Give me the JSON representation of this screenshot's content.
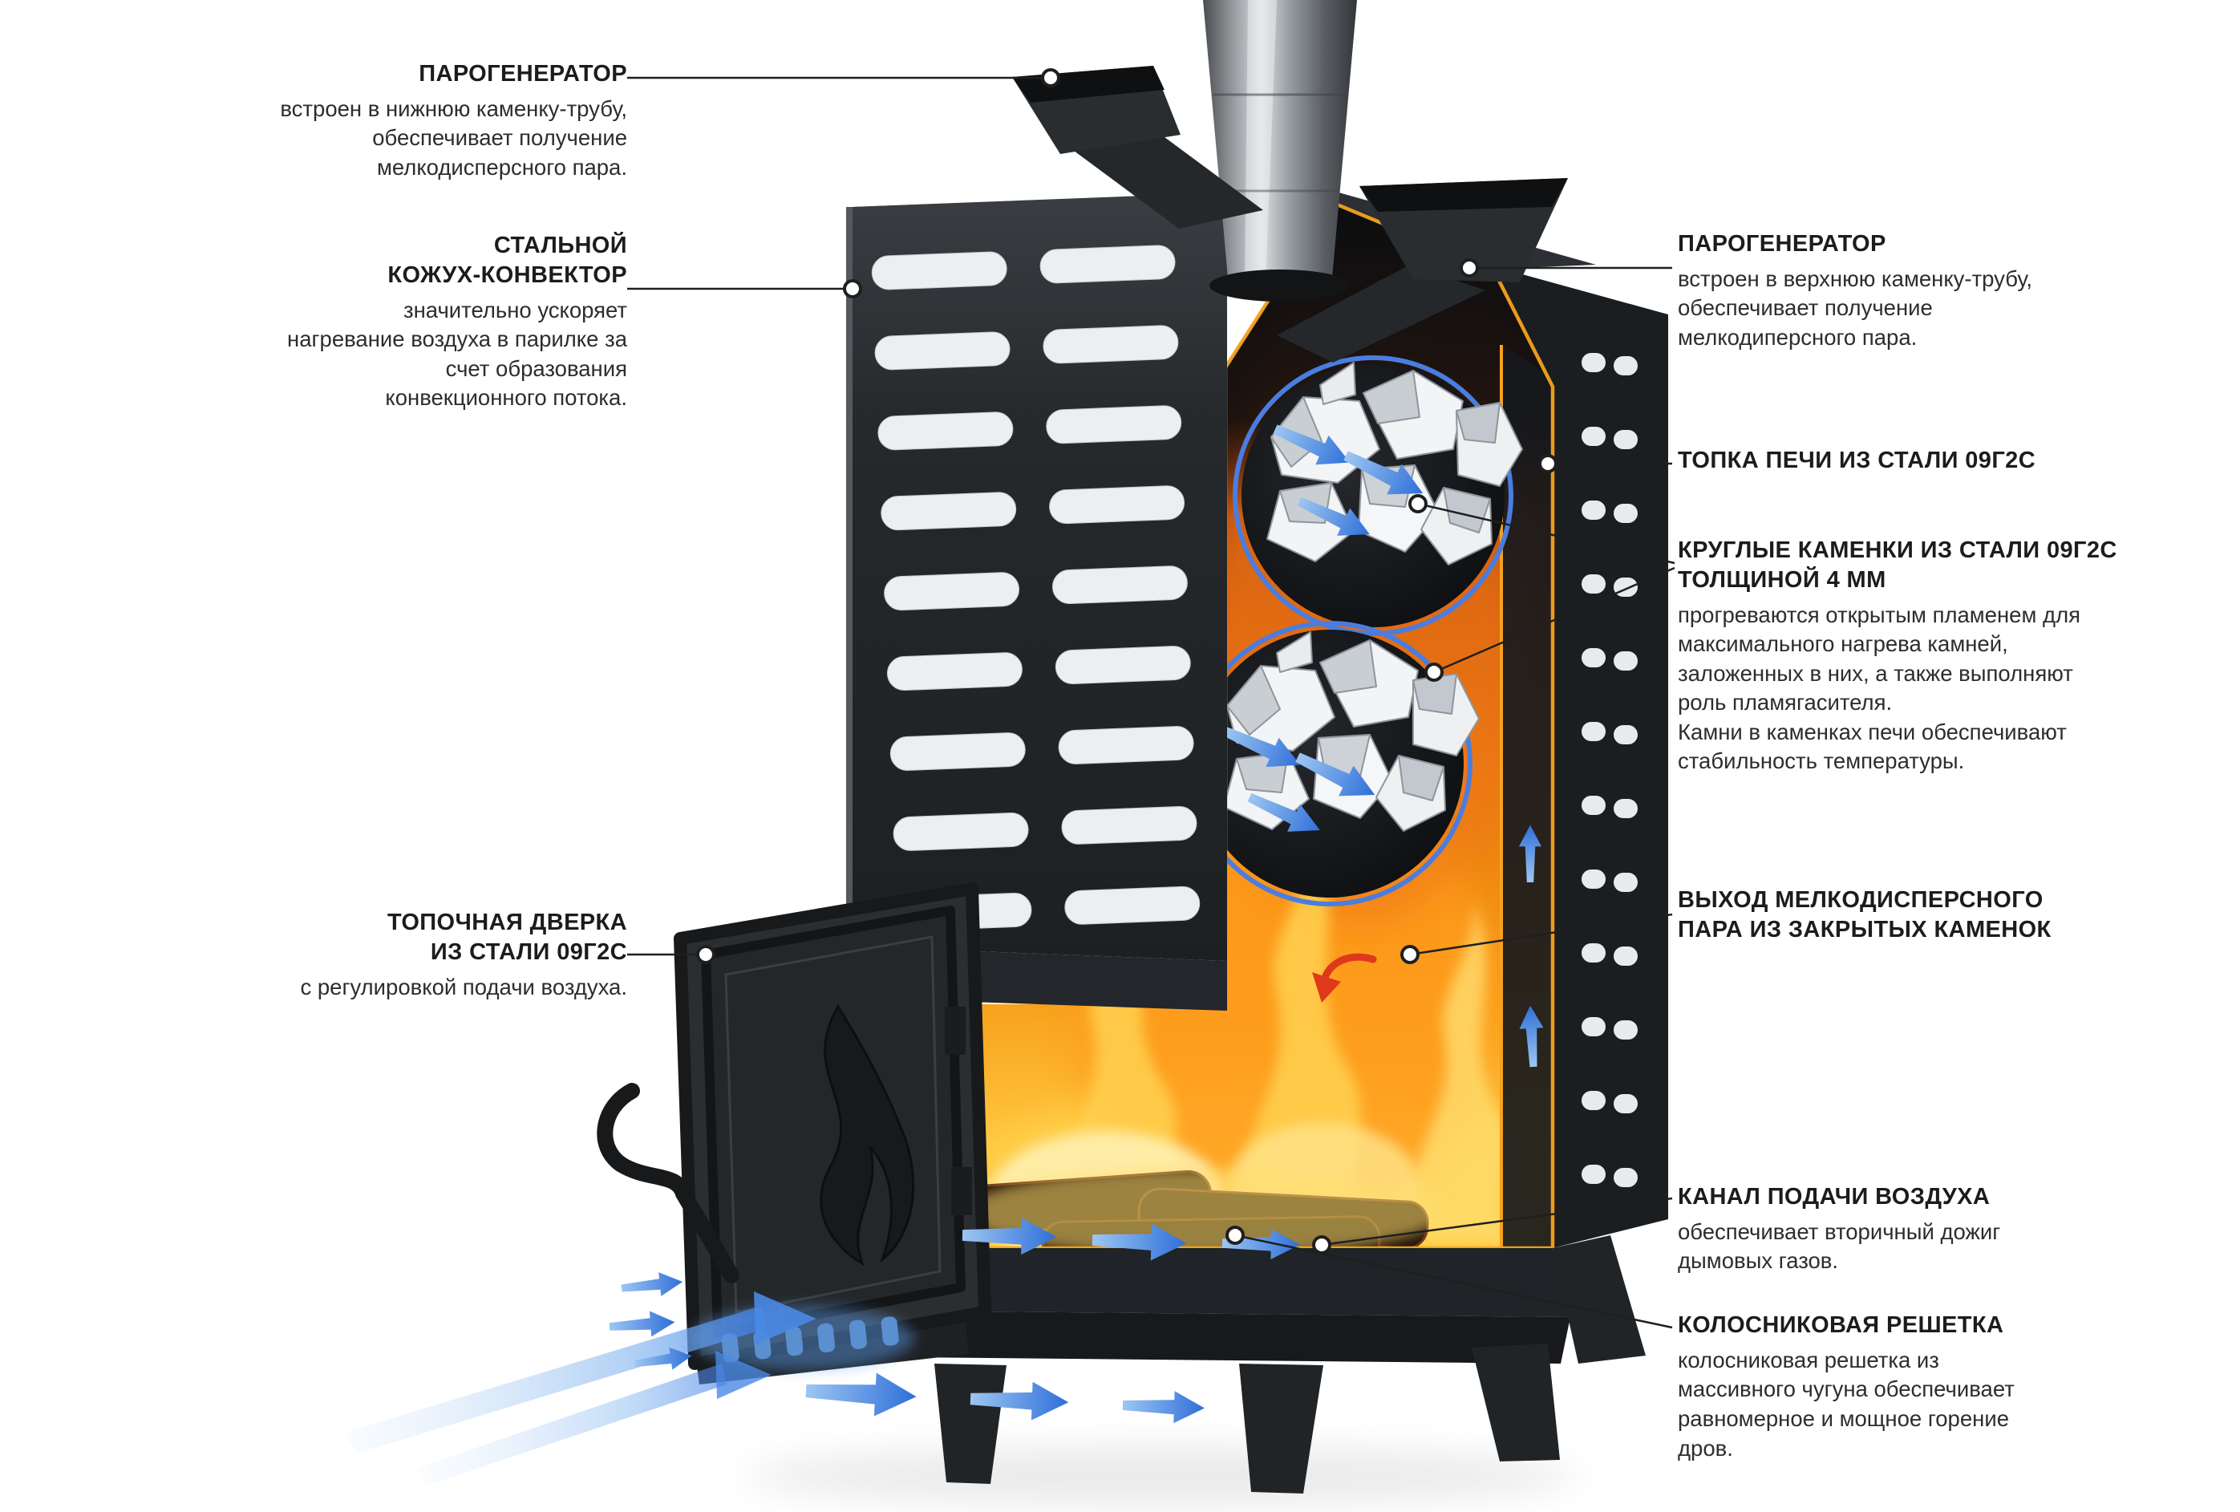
{
  "palette": {
    "background": "#FFFFFF",
    "steel_dark": "#212427",
    "accent_orange": "#F6A21D",
    "arrow_blue": "#3F7FE8",
    "kamenka_ring_blue": "#4A7DE0",
    "swirl_red": "#E0381C",
    "text_dark": "#1C1C1E"
  },
  "labels": {
    "left": [
      {
        "id": "steam-generator-lower",
        "title": "ПАРОГЕНЕРАТОР",
        "body": "встроен в нижнюю каменку-трубу,\nобеспечивает получение\nмелкодисперсного пара."
      },
      {
        "id": "steel-convector",
        "title": "СТАЛЬНОЙ\nКОЖУХ-КОНВЕКТОР",
        "body": "значительно ускоряет\nнагревание воздуха в парилке за\nсчет образования\nконвекционного потока."
      },
      {
        "id": "firebox-door",
        "title": "ТОПОЧНАЯ ДВЕРКА\nИЗ СТАЛИ 09Г2С",
        "body": "с регулировкой подачи воздуха."
      }
    ],
    "right": [
      {
        "id": "steam-generator-upper",
        "title": "ПАРОГЕНЕРАТОР",
        "body": "встроен в верхнюю каменку-трубу,\nобеспечивает получение\nмелкодиперсного пара."
      },
      {
        "id": "furnace-steel",
        "title": "ТОПКА ПЕЧИ ИЗ СТАЛИ 09Г2С",
        "body": ""
      },
      {
        "id": "round-kamenki",
        "title": "КРУГЛЫЕ КАМЕНКИ ИЗ СТАЛИ 09Г2С\nТОЛЩИНОЙ 4 ММ",
        "body": "прогреваются открытым пламенем для\nмаксимального нагрева камней,\nзаложенных в них, а также выполняют\nроль пламягасителя.\nКамни в каменках печи обеспечивают\nстабильность температуры."
      },
      {
        "id": "steam-outlet",
        "title": "ВЫХОД МЕЛКОДИСПЕРСНОГО\nПАРА ИЗ ЗАКРЫТЫХ КАМЕНОК",
        "body": ""
      },
      {
        "id": "air-channel",
        "title": "КАНАЛ ПОДАЧИ ВОЗДУХА",
        "body": "обеспечивает вторичный дожиг\nдымовых газов."
      },
      {
        "id": "grate",
        "title": "КОЛОСНИКОВАЯ РЕШЕТКА",
        "body": "колосниковая решетка из\nмассивного чугуна обеспечивает\nравномерное и мощное горение\nдров."
      }
    ]
  }
}
